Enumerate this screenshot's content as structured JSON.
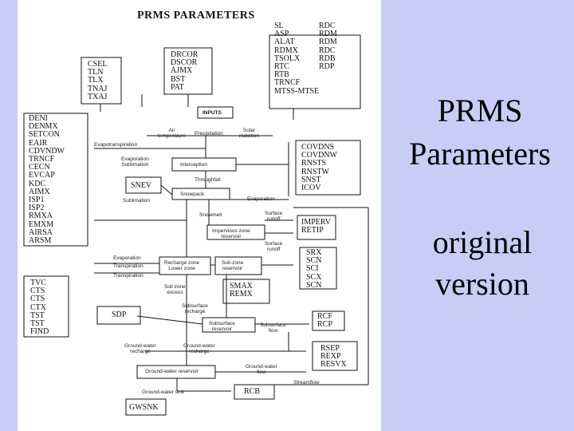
{
  "slide": {
    "title_line1": "PRMS",
    "title_line2": "Parameters",
    "subtitle_line1": "original",
    "subtitle_line2": "version"
  },
  "diagram": {
    "heading": "PRMS PARAMETERS",
    "param_blocks": {
      "top_right": [
        "SL",
        "ASP",
        "ALAT",
        "RDMX",
        "TSOLX",
        "RTC",
        "RTB",
        "TRNCF",
        "MTSS-MTSE"
      ],
      "top_right_b": [
        "RDC",
        "RDM",
        "RDM",
        "RDC",
        "RDB",
        "RDP"
      ],
      "top_center": [
        "DRCOR",
        "DSCOR",
        "AJMX",
        "BST",
        "PAT"
      ],
      "top_left": [
        "CSEL",
        "TLN",
        "TLX",
        "TNAJ",
        "TXAJ"
      ],
      "left_tall": [
        "DENI",
        "DENMX",
        "SETCON",
        "EAIR",
        "CDVNDW",
        "TRNCF",
        "CECN",
        "EVCAP",
        "KDC",
        "AIMX",
        "ISP1",
        "ISP2",
        "RMXA",
        "EMXM",
        "AIRSA",
        "ARSM"
      ],
      "right_mid": [
        "COVDNS",
        "COVDNW",
        "RNSTS",
        "RNSTW",
        "SNST",
        "ICOV"
      ],
      "imperv": [
        "IMPERV",
        "RETIP"
      ],
      "soil_right": [
        "SRX",
        "SCN",
        "SCI",
        "SCX",
        "SCN"
      ],
      "left_lower": [
        "TVC",
        "CTS",
        "CTS",
        "CTX",
        "TST",
        "TST",
        "FIND"
      ],
      "smax": [
        "SMAX",
        "REMX"
      ],
      "sdp": [
        "SDP"
      ],
      "rcf": [
        "RCF",
        "RCP"
      ],
      "gw_right": [
        "RSEP",
        "REXP",
        "RESVX"
      ],
      "rcb": [
        "RCB"
      ],
      "gwsnk": [
        "GWSNK"
      ],
      "snev": [
        "SNEV"
      ]
    },
    "process_labels": {
      "inputs": "INPUTS",
      "air_temp": "Air\ntemperature",
      "precip": "Precipitation",
      "solar": "Solar\nradiation",
      "evapotranspiration": "Evapotranspiration",
      "evap_sublim": "Evaporation\nSublimation",
      "interception": "Interception",
      "throughfall": "Throughfall",
      "snowpack": "Snowpack",
      "sublimation": "Sublimation",
      "evaporation": "Evaporation",
      "snowmelt": "Snowmelt",
      "surface_runoff": "Surface\nrunoff",
      "impervious": "Impervious zone\nreservoir",
      "surface_runoff2": "Surface\nrunoff",
      "evaporation2": "Evaporation",
      "transpiration": "Transpiration",
      "transpiration2": "Transpiration",
      "recharge_zone": "Recharge zone\nLower zone",
      "soilzone": "Soil-zone\nreservoir",
      "soil_excess": "Soil zone\nexcess",
      "subsurface_recharge": "Subsurface\nrecharge",
      "subsurface_reservoir": "Subsurface\nreservoir",
      "subsurface_flow": "Subsurface\nflow",
      "gw_recharge": "Ground-water\nrecharge",
      "gw_recharge2": "Ground-water\nrecharge",
      "gw_reservoir": "Ground-water reservoir",
      "gw_flow": "Ground-water\nflow",
      "gw_sink": "Ground-water sink",
      "streamflow": "Streamflow"
    }
  }
}
